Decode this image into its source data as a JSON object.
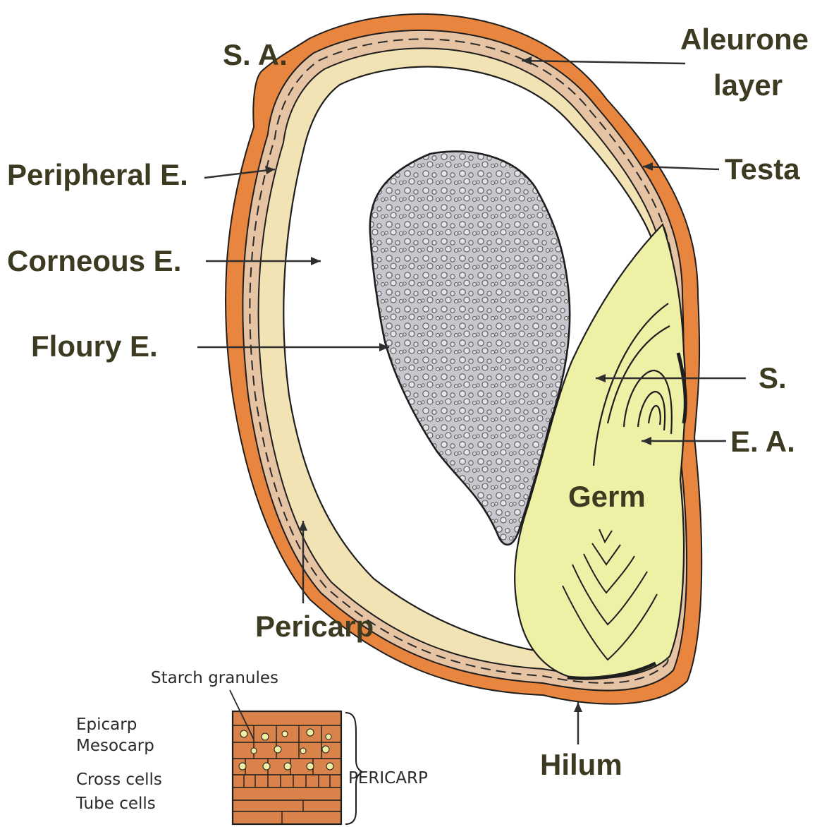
{
  "labels": {
    "sa": "S. A.",
    "aleurone_1": "Aleurone",
    "aleurone_2": "layer",
    "peripheral": "Peripheral E.",
    "testa": "Testa",
    "corneous": "Corneous E.",
    "floury": "Floury E.",
    "s": "S.",
    "ea": "E. A.",
    "germ": "Germ",
    "pericarp": "Pericarp",
    "hilum": "Hilum"
  },
  "inset": {
    "starch": "Starch granules",
    "epicarp": "Epicarp",
    "mesocarp": "Mesocarp",
    "cross_cells": "Cross cells",
    "tube_cells": "Tube cells",
    "pericarp_bracket": "PERICARP"
  },
  "colors": {
    "pericarp": "#e8853e",
    "testa": "#e6c3a3",
    "aleurone": "#f2e3b4",
    "corneous": "#ffffff",
    "floury": "#c6c6cc",
    "germ": "#eef0a6",
    "outline": "#1e1e1e",
    "label_text": "#3d3a22"
  }
}
